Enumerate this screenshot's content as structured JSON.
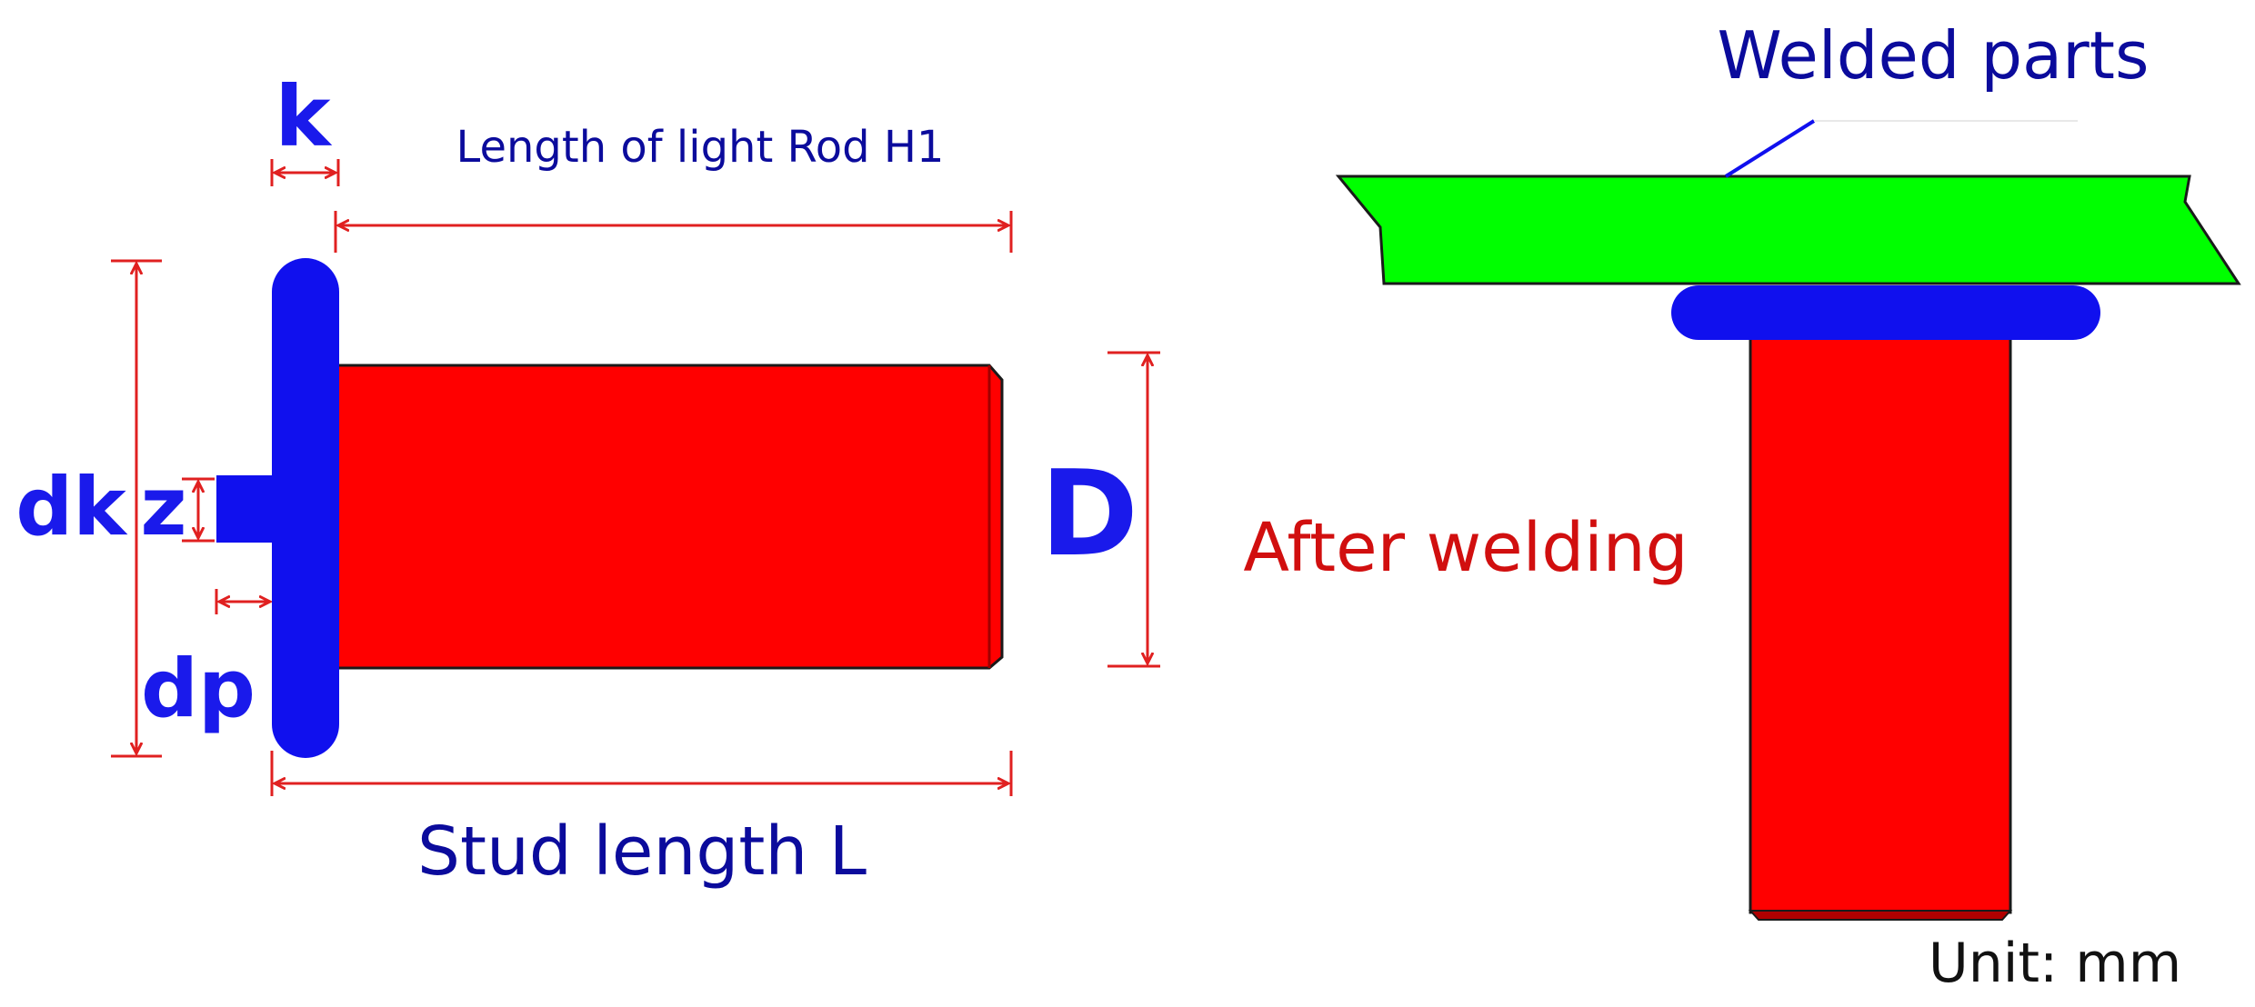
{
  "labels": {
    "k": "k",
    "light_rod_length": "Length of light Rod H1",
    "dk": "dk",
    "z": "z",
    "dp": "dp",
    "D": "D",
    "stud_length": "Stud length L",
    "welded_parts": "Welded parts",
    "after_welding": "After welding",
    "unit": "Unit: mm"
  },
  "colors": {
    "stud_body": "#ff0000",
    "head": "#1010ee",
    "welded_plate": "#00ff00",
    "dimension_lines": "#e02020",
    "outline": "#1a1a1a"
  }
}
